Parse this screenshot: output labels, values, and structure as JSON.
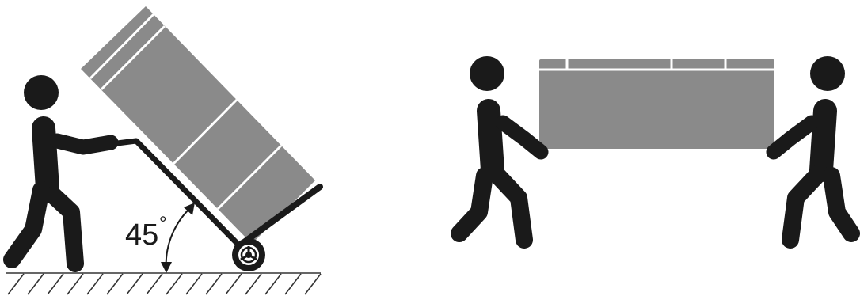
{
  "scene_left": {
    "angle_value": "45",
    "angle_unit": "°",
    "floor": "hatched",
    "colors": {
      "figure": "#1a1a1a",
      "box": "#8a8a8a",
      "box_seam": "#ffffff",
      "floor": "#333333"
    }
  },
  "scene_right": {
    "people": 2,
    "colors": {
      "figure": "#1a1a1a",
      "box": "#8a8a8a",
      "box_seam": "#ffffff"
    }
  }
}
